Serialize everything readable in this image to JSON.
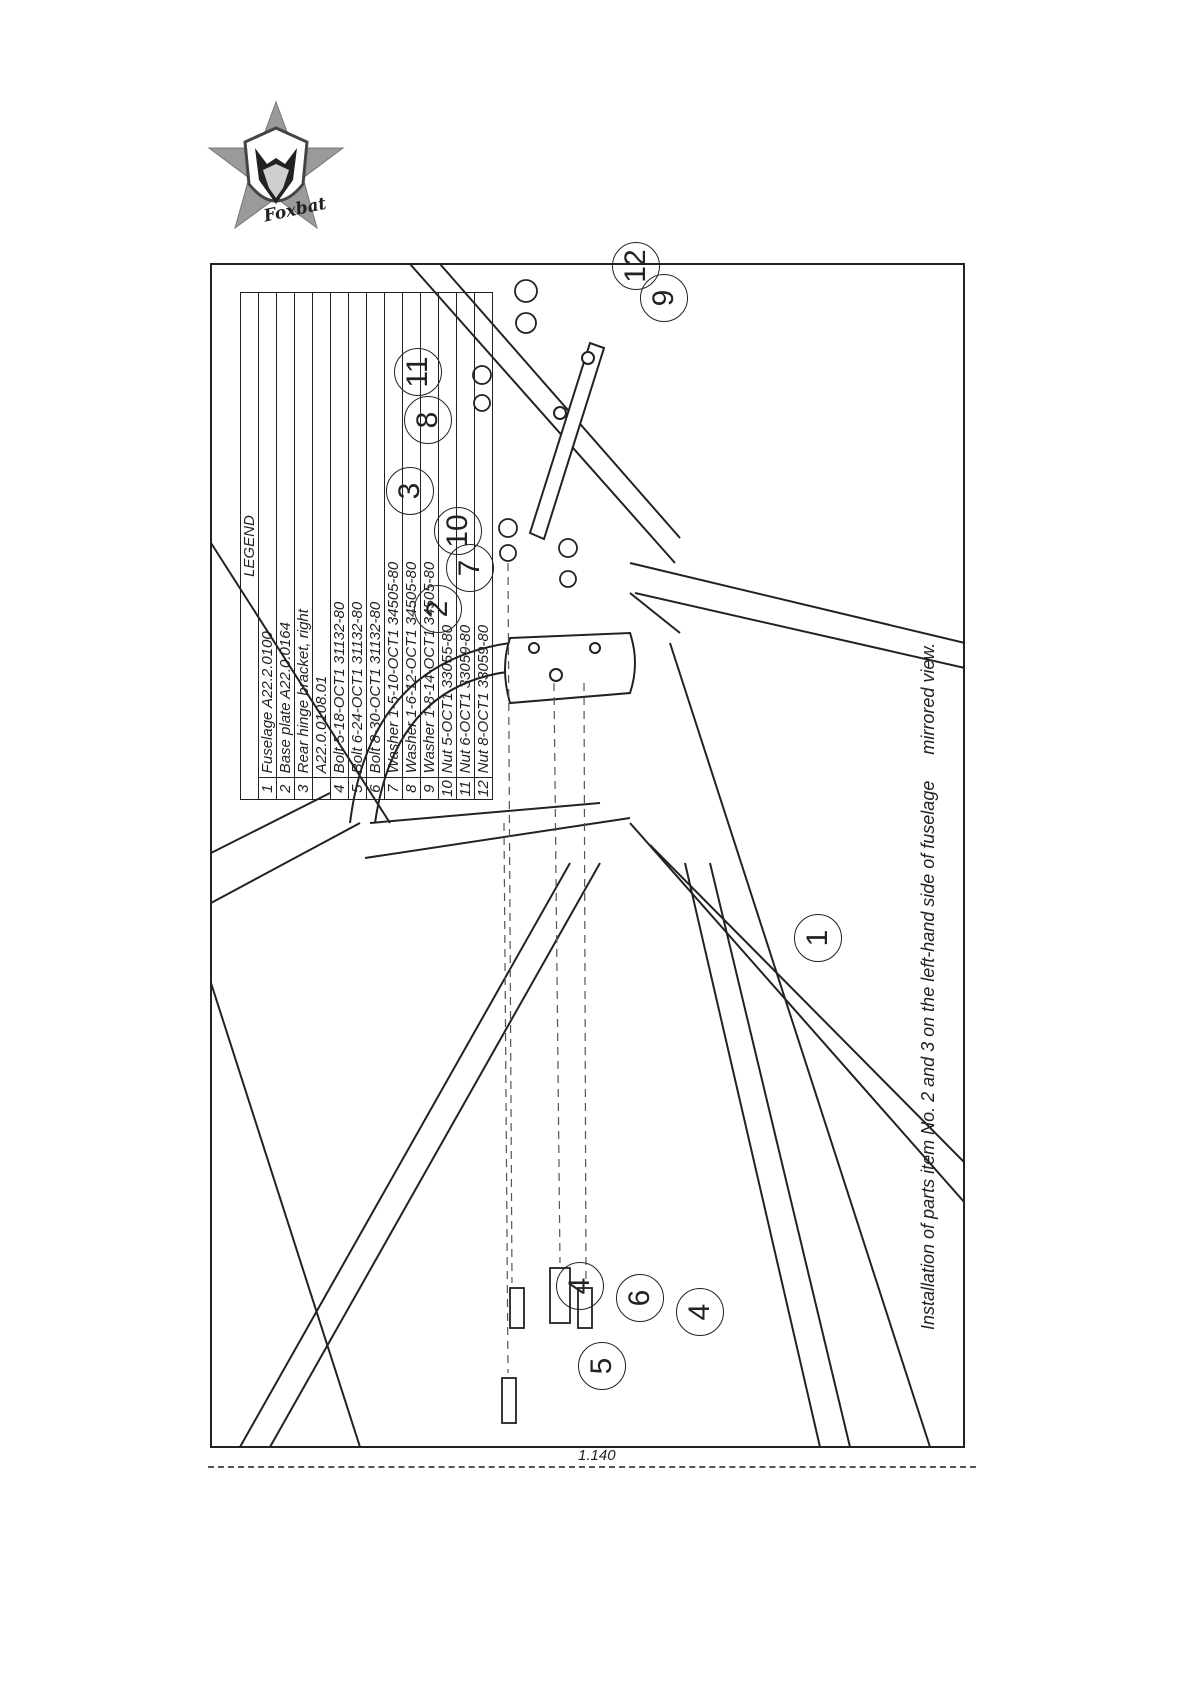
{
  "logo": {
    "text": "Foxbat"
  },
  "figure": {
    "caption": "Installation of parts item No. 2 and 3 on the left-hand side of fuselage",
    "caption_suffix": "mirrored view.",
    "page_number": "1.140"
  },
  "callouts": [
    "1",
    "2",
    "3",
    "4",
    "4",
    "5",
    "6",
    "7",
    "8",
    "9",
    "10",
    "11",
    "12"
  ],
  "legend": {
    "title": "LEGEND",
    "rows": [
      {
        "n": "1",
        "text": "Fuselage A22.2.0100"
      },
      {
        "n": "2",
        "text": "Base plate A22.0.0164"
      },
      {
        "n": "3",
        "text": "Rear hinge bracket, right"
      },
      {
        "n": "",
        "text": "A22.0.0108.01"
      },
      {
        "n": "4",
        "text": "Bolt 5-18-OCT1 31132-80"
      },
      {
        "n": "5",
        "text": "Bolt 6-24-OCT1 31132-80"
      },
      {
        "n": "6",
        "text": "Bolt 8-30-OCT1 31132-80"
      },
      {
        "n": "7",
        "text": "Washer 1-5-10-OCT1 34505-80"
      },
      {
        "n": "8",
        "text": "Washer 1-6-12-OCT1 34505-80"
      },
      {
        "n": "9",
        "text": "Washer 1-8-14-OCT1 34505-80"
      },
      {
        "n": "10",
        "text": "Nut 5-OCT1 33055-80"
      },
      {
        "n": "11",
        "text": "Nut 6-OCT1 33059-80"
      },
      {
        "n": "12",
        "text": "Nut 8-OCT1 33059-80"
      }
    ]
  }
}
